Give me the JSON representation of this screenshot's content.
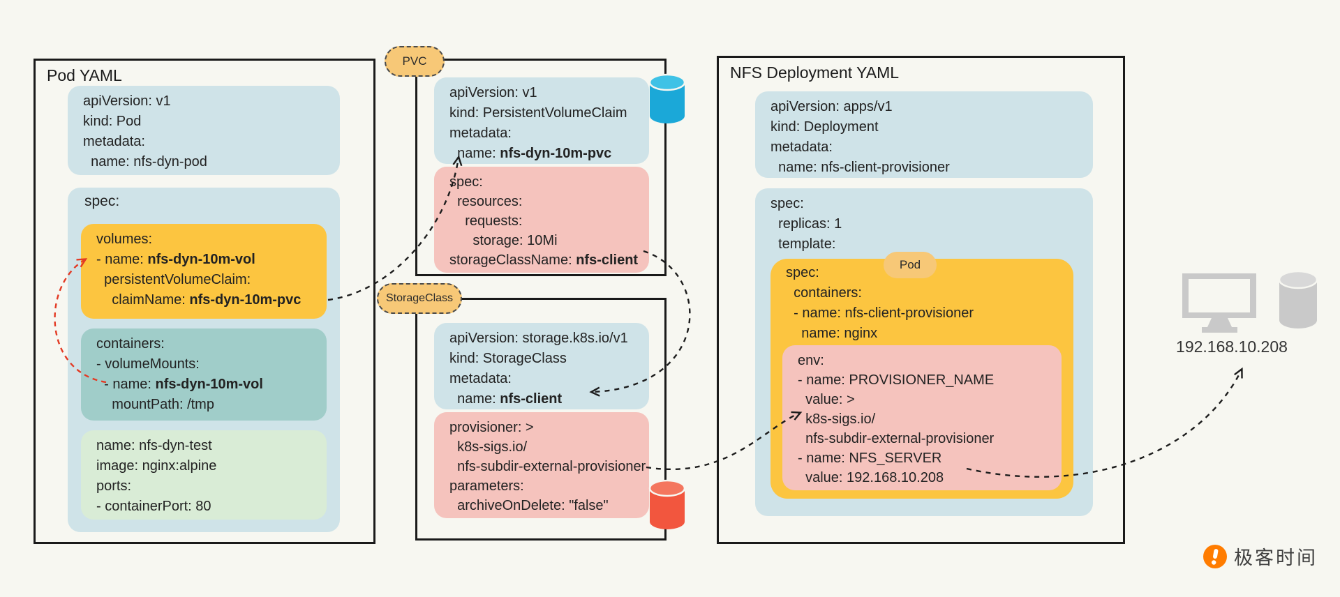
{
  "pod_box": {
    "title": "Pod YAML",
    "spec_label": "spec:",
    "meta": [
      [
        {
          "t": "apiVersion: v1"
        }
      ],
      [
        {
          "t": "kind: Pod"
        }
      ],
      [
        {
          "t": "metadata:"
        }
      ],
      [
        {
          "t": "  name: nfs-dyn-pod"
        }
      ]
    ],
    "volumes": [
      [
        {
          "t": "volumes:"
        }
      ],
      [
        {
          "t": "- name: "
        },
        {
          "t": "nfs-dyn-10m-vol",
          "b": true
        }
      ],
      [
        {
          "t": "  persistentVolumeClaim:"
        }
      ],
      [
        {
          "t": "    claimName: "
        },
        {
          "t": "nfs-dyn-10m-pvc",
          "b": true
        }
      ]
    ],
    "containers": [
      [
        {
          "t": "containers:"
        }
      ],
      [
        {
          "t": "- volumeMounts:"
        }
      ],
      [
        {
          "t": "  - name: "
        },
        {
          "t": "nfs-dyn-10m-vol",
          "b": true
        }
      ],
      [
        {
          "t": "    mountPath: /tmp"
        }
      ]
    ],
    "info": [
      [
        {
          "t": "name: nfs-dyn-test"
        }
      ],
      [
        {
          "t": "image: nginx:alpine"
        }
      ],
      [
        {
          "t": "ports:"
        }
      ],
      [
        {
          "t": "- containerPort: 80"
        }
      ]
    ]
  },
  "pvc_box": {
    "tag": "PVC",
    "meta": [
      [
        {
          "t": "apiVersion: v1"
        }
      ],
      [
        {
          "t": "kind: PersistentVolumeClaim"
        }
      ],
      [
        {
          "t": "metadata:"
        }
      ],
      [
        {
          "t": "  name: "
        },
        {
          "t": "nfs-dyn-10m-pvc",
          "b": true
        }
      ]
    ],
    "spec": [
      [
        {
          "t": "spec:"
        }
      ],
      [
        {
          "t": "  resources:"
        }
      ],
      [
        {
          "t": "    requests:"
        }
      ],
      [
        {
          "t": "      storage: 10Mi"
        }
      ],
      [
        {
          "t": "storageClassName: "
        },
        {
          "t": "nfs-client",
          "b": true
        }
      ]
    ]
  },
  "sc_box": {
    "tag": "StorageClass",
    "meta": [
      [
        {
          "t": "apiVersion: storage.k8s.io/v1"
        }
      ],
      [
        {
          "t": "kind: StorageClass"
        }
      ],
      [
        {
          "t": "metadata:"
        }
      ],
      [
        {
          "t": "  name: "
        },
        {
          "t": "nfs-client",
          "b": true
        }
      ]
    ],
    "spec": [
      [
        {
          "t": "provisioner: >"
        }
      ],
      [
        {
          "t": "  k8s-sigs.io/"
        }
      ],
      [
        {
          "t": "  nfs-subdir-external-provisioner"
        }
      ],
      [
        {
          "t": "parameters:"
        }
      ],
      [
        {
          "t": "  archiveOnDelete: \"false\""
        }
      ]
    ]
  },
  "deploy_box": {
    "title": "NFS Deployment YAML",
    "pod_tag": "Pod",
    "meta": [
      [
        {
          "t": "apiVersion: apps/v1"
        }
      ],
      [
        {
          "t": "kind: Deployment"
        }
      ],
      [
        {
          "t": "metadata:"
        }
      ],
      [
        {
          "t": "  name: nfs-client-provisioner"
        }
      ]
    ],
    "spec_header": [
      [
        {
          "t": "spec:"
        }
      ],
      [
        {
          "t": "  replicas: 1"
        }
      ],
      [
        {
          "t": "  template:"
        }
      ]
    ],
    "pod_spec": [
      [
        {
          "t": "spec:"
        }
      ],
      [
        {
          "t": "  containers:"
        }
      ],
      [
        {
          "t": "  - name: nfs-client-provisioner"
        }
      ],
      [
        {
          "t": "    name: nginx"
        }
      ]
    ],
    "env": [
      [
        {
          "t": "env:"
        }
      ],
      [
        {
          "t": "- name: PROVISIONER_NAME"
        }
      ],
      [
        {
          "t": "  value: >"
        }
      ],
      [
        {
          "t": "  k8s-sigs.io/"
        }
      ],
      [
        {
          "t": "  nfs-subdir-external-provisioner"
        }
      ],
      [
        {
          "t": "- name: NFS_SERVER"
        }
      ],
      [
        {
          "t": "  value: 192.168.10.208"
        }
      ]
    ]
  },
  "server": {
    "ip": "192.168.10.208"
  },
  "branding": {
    "logo_text": "极客时间"
  },
  "colors": {
    "background": "#f7f7f1",
    "light_blue": "#cfe3e8",
    "teal": "#a0cdc9",
    "green": "#d9ecd6",
    "orange": "#fcc540",
    "pink": "#f5c3bd",
    "tag_orange": "#f7c877",
    "arrow_black": "#1c1c1c",
    "arrow_red": "#e33a24",
    "cylinder_blue": "#1ba8d8",
    "cylinder_red": "#f2563e",
    "icon_gray": "#c9c9c9"
  }
}
